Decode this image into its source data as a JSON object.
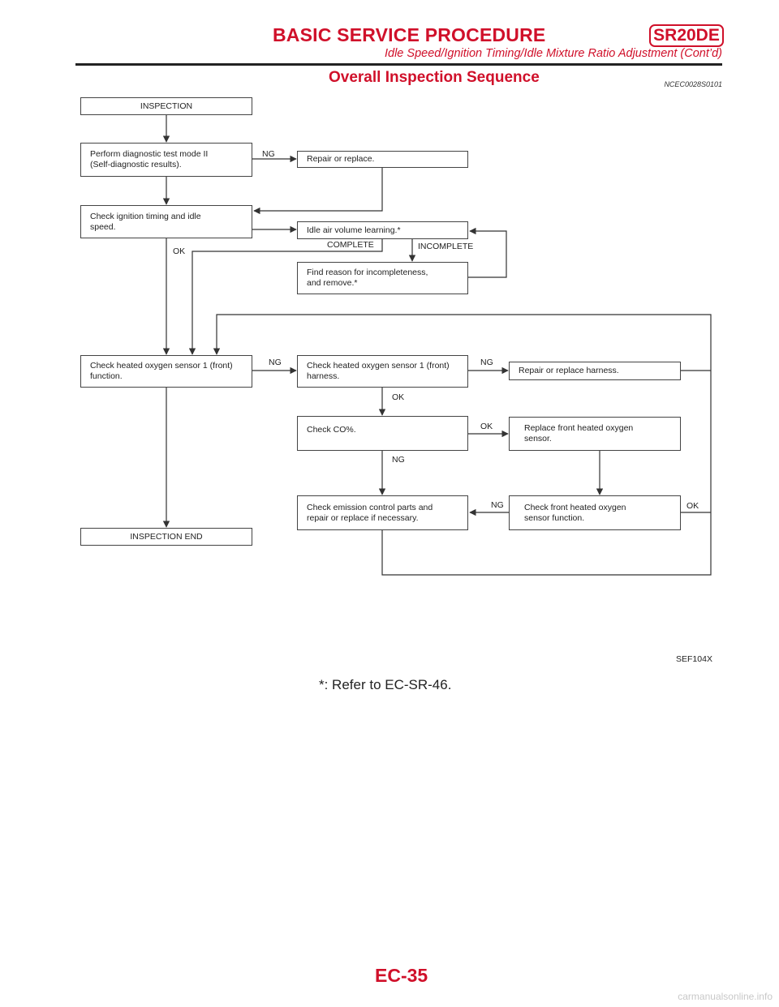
{
  "header": {
    "title": "BASIC SERVICE PROCEDURE",
    "badge": "SR20DE",
    "subtitle": "Idle Speed/Ignition Timing/Idle Mixture Ratio Adjustment (Cont’d)"
  },
  "section": {
    "title": "Overall Inspection Sequence",
    "code": "NCEC0028S0101"
  },
  "flowchart": {
    "boxes": {
      "inspection": "INSPECTION",
      "diag_test": "Perform diagnostic test mode II\n(Self-diagnostic results).",
      "repair_replace": "Repair or replace.",
      "check_ignition": "Check ignition timing and idle\nspeed.",
      "idle_air": "Idle air volume learning.*",
      "find_reason": "Find reason for incompleteness,\nand remove.*",
      "check_sensor_function": "Check heated oxygen sensor 1 (front)\nfunction.",
      "check_sensor_harness": "Check heated oxygen sensor 1 (front)\nharness.",
      "repair_harness": "Repair or replace harness.",
      "check_co": "Check CO%.",
      "replace_sensor": "Replace front heated oxygen\nsensor.",
      "check_emission": "Check emission control parts and\nrepair or replace if necessary.",
      "check_front_sensor": "Check front heated oxygen\nsensor function.",
      "inspection_end": "INSPECTION END"
    },
    "labels": {
      "ng_diag": "NG",
      "ok_ignition": "OK",
      "complete": "COMPLETE",
      "incomplete": "INCOMPLETE",
      "ng_function": "NG",
      "ng_harness": "NG",
      "ok_harness": "OK",
      "ok_co": "OK",
      "ng_co": "NG",
      "ng_front": "NG",
      "ok_front": "OK"
    }
  },
  "figure_ref": "SEF104X",
  "note": "*: Refer to EC-SR-46.",
  "page_number": "EC-35",
  "watermark": "carmanualsonline.info"
}
